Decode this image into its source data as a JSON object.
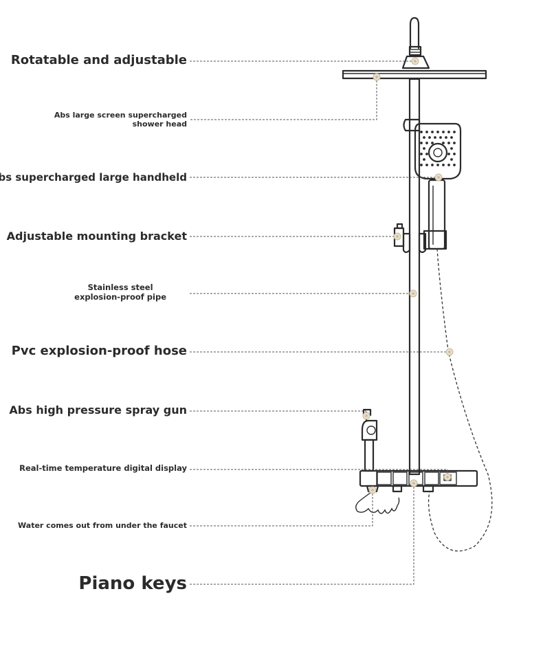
{
  "labels": {
    "rotatable": "Rotatable and adjustable",
    "shower_head": "Abs large screen supercharged shower head",
    "handheld": "Abs supercharged large handheld",
    "bracket": "Adjustable mounting bracket",
    "pipe_line1": "Stainless steel",
    "pipe_line2": "explosion-proof pipe",
    "hose": "Pvc explosion-proof hose",
    "spray_gun": "Abs high pressure spray gun",
    "display": "Real-time temperature digital display",
    "faucet": "Water comes out from under the faucet",
    "piano_keys": "Piano keys"
  },
  "colors": {
    "line": "#2b2b2b",
    "marker": "#c8b89a",
    "leader": "#555555"
  }
}
